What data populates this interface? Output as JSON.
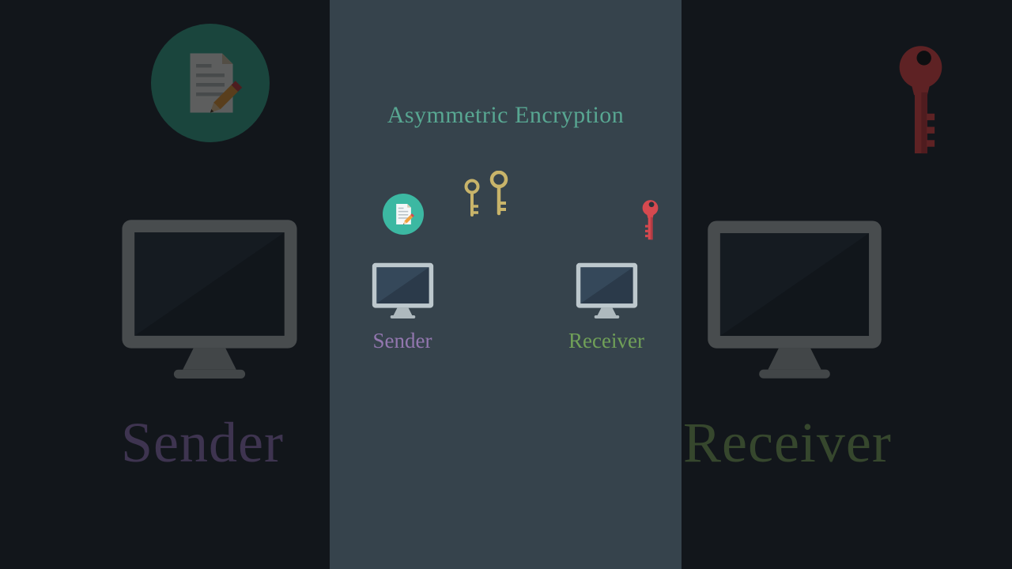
{
  "video": {
    "title": "Asymmetric Encryption"
  },
  "center": {
    "sender_label": "Sender",
    "receiver_label": "Receiver",
    "icons": [
      "document-pencil-icon",
      "gold-key-small-icon",
      "gold-key-large-icon",
      "red-key-icon",
      "sender-monitor-icon",
      "receiver-monitor-icon"
    ]
  },
  "background": {
    "left_label": "Sender",
    "right_label": "Receiver",
    "icons": [
      "document-pencil-icon",
      "monitor-icon",
      "red-key-icon",
      "monitor-icon"
    ]
  },
  "colors": {
    "outer_background": "#12161b",
    "panel_background": "#36434c",
    "title_text": "#58a792",
    "sender_text": "#9377af",
    "receiver_text": "#70a058",
    "bg_sender_text": "#3e3450",
    "bg_receiver_text": "#36472d",
    "gold_key": "#c8b46a",
    "red_key": "#d6494f",
    "document_circle": "#3cb8a2",
    "monitor_frame": "#bdc8cd",
    "monitor_screen": "#2b3a4a"
  }
}
